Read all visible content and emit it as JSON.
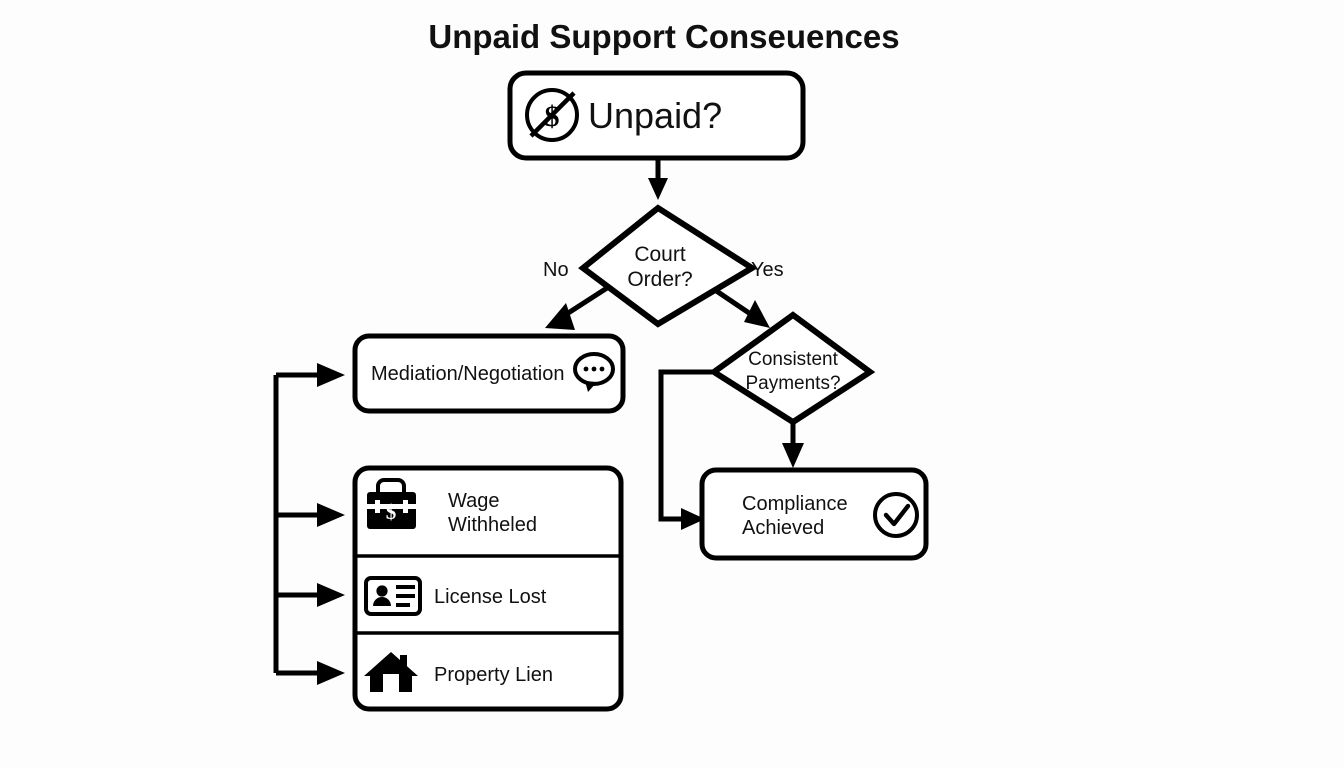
{
  "title": "Unpaid Support Conseuences",
  "background_color": "#fdfdfd",
  "stroke_color": "#000000",
  "nodes": {
    "start": {
      "label": "Unpaid?",
      "icon": "no-money-icon",
      "shape": "rounded-rect"
    },
    "court_order": {
      "line1": "Court",
      "line2": "Order?",
      "shape": "diamond"
    },
    "mediation": {
      "label": "Mediation/Negotiation",
      "icon": "chat-bubble-icon",
      "shape": "rounded-rect"
    },
    "consistent_payments": {
      "line1": "Consistent",
      "line2": "Payments?",
      "shape": "diamond"
    },
    "compliance": {
      "line1": "Compliance",
      "line2": "Achieved",
      "icon": "check-circle-icon",
      "shape": "rounded-rect"
    }
  },
  "consequences": {
    "shape": "grouped-rounded-rect",
    "items": [
      {
        "line1": "Wage",
        "line2": "Withheled",
        "icon": "briefcase-dollar-icon"
      },
      {
        "line1": "License Lost",
        "line2": "",
        "icon": "id-card-icon"
      },
      {
        "line1": "Property Lien",
        "line2": "",
        "icon": "house-icon"
      }
    ]
  },
  "edge_labels": {
    "no": "No",
    "yes": "Yes"
  },
  "chart_data": {
    "type": "diagram",
    "title": "Unpaid Support Conseuences",
    "nodes": [
      {
        "id": "start",
        "text": "Unpaid?",
        "type": "process"
      },
      {
        "id": "court_order",
        "text": "Court Order?",
        "type": "decision"
      },
      {
        "id": "mediation",
        "text": "Mediation/Negotiation",
        "type": "process"
      },
      {
        "id": "consistent_payments",
        "text": "Consistent Payments?",
        "type": "decision"
      },
      {
        "id": "wage",
        "text": "Wage Withheled",
        "type": "process"
      },
      {
        "id": "license",
        "text": "License Lost",
        "type": "process"
      },
      {
        "id": "lien",
        "text": "Property Lien",
        "type": "process"
      },
      {
        "id": "compliance",
        "text": "Compliance Achieved",
        "type": "terminator"
      }
    ],
    "edges": [
      {
        "from": "start",
        "to": "court_order",
        "label": ""
      },
      {
        "from": "court_order",
        "to": "mediation",
        "label": "No"
      },
      {
        "from": "court_order",
        "to": "consistent_payments",
        "label": "Yes"
      },
      {
        "from": "consistent_payments",
        "to": "compliance",
        "label": ""
      },
      {
        "from": "consistent_payments",
        "to": "compliance",
        "label": ""
      },
      {
        "from": "bus",
        "to": "mediation",
        "label": ""
      },
      {
        "from": "bus",
        "to": "wage",
        "label": ""
      },
      {
        "from": "bus",
        "to": "license",
        "label": ""
      },
      {
        "from": "bus",
        "to": "lien",
        "label": ""
      }
    ]
  }
}
